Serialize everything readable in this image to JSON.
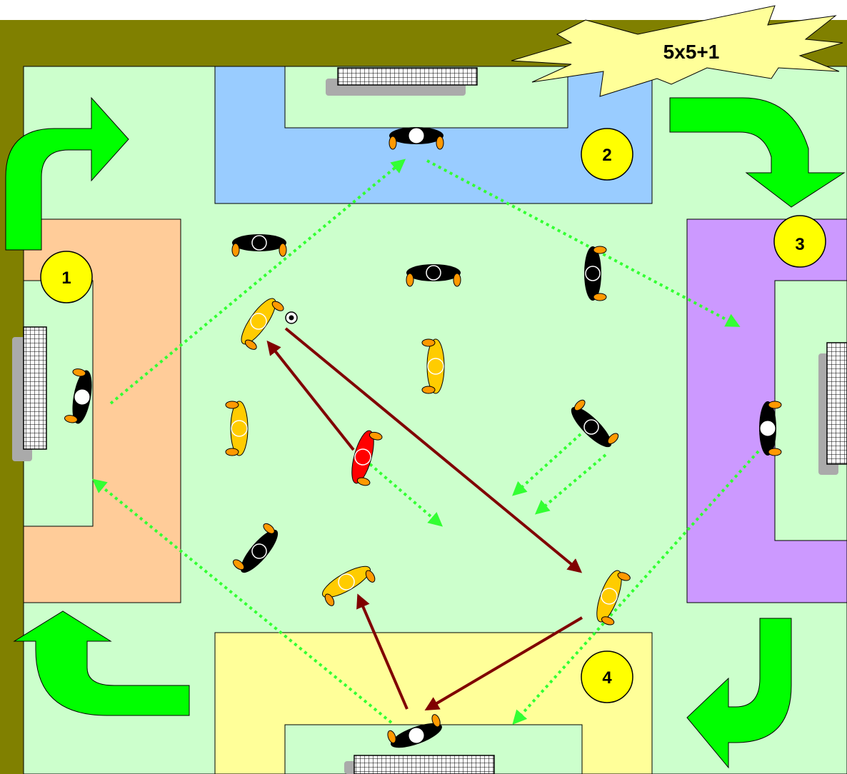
{
  "title": "5x5+1",
  "zones": [
    {
      "label": "1"
    },
    {
      "label": "2"
    },
    {
      "label": "3"
    },
    {
      "label": "4"
    }
  ],
  "colors": {
    "frame": "#808000",
    "pitch": "#ccffcc",
    "zone1": "#ffcc99",
    "zone2": "#99ccff",
    "zone3": "#cc99ff",
    "zone4": "#ffff99",
    "rotation_arrow": "#00ff00",
    "pass_arrow": "#800000",
    "run_arrow": "#33ff33",
    "team_a": "#000000",
    "team_b": "#ffcc00",
    "neutral": "#ff0000",
    "label_bubble": "#ffff00"
  }
}
